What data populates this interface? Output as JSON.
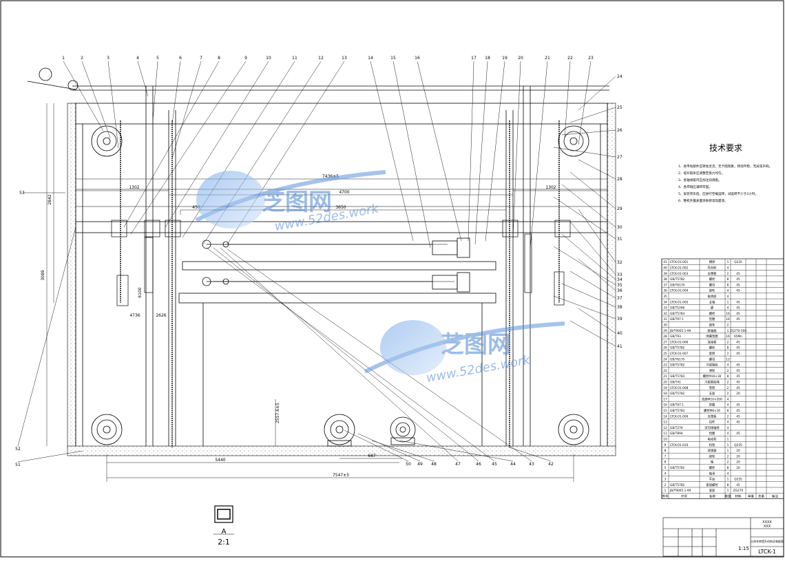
{
  "technical_requirements": {
    "title": "技术要求",
    "items": [
      "1、各传动部件应转动灵活，无卡阻现象，转动平稳，无异常声响。",
      "2、提升链条应调整至受力均匀。",
      "3、各轴承座内应加注润滑脂。",
      "4、各焊缝应满焊牢固。",
      "5、安装完毕后，应进行空载运转，试运转不少于2小时。",
      "6、整机外露表面涂防锈漆及面漆。"
    ]
  },
  "part_numbers_top": [
    "1",
    "2",
    "3",
    "4",
    "5",
    "6",
    "7",
    "8",
    "9",
    "10",
    "11",
    "12",
    "13",
    "14",
    "15",
    "16",
    "17",
    "18",
    "19",
    "20",
    "21",
    "22",
    "23"
  ],
  "part_numbers_right": [
    "24",
    "25",
    "26",
    "27",
    "28",
    "29",
    "30",
    "31",
    "32",
    "33",
    "34",
    "35",
    "36",
    "37",
    "38",
    "39",
    "40",
    "41"
  ],
  "part_numbers_bottom": [
    "52",
    "51",
    "50",
    "49",
    "48",
    "47",
    "46",
    "45",
    "44",
    "43",
    "42"
  ],
  "part_number_left": "53",
  "dimensions": {
    "top_overall": "7436±5",
    "left_span": "1302",
    "right_span": "1302",
    "mid_span": "4700",
    "inner_span": "3650",
    "small_span": "450",
    "left_height": "2842",
    "left_height2": "3089",
    "bottom_left": "5440",
    "bottom_mid": "667",
    "bottom_overall": "7547±5",
    "small_a": "4736",
    "small_b": "2626",
    "right_vertical": "2557.6±5",
    "left_vertical_small": "6100"
  },
  "section": {
    "label": "A",
    "scale": "2:1"
  },
  "watermark": {
    "brand": "芝图网",
    "url": "www.52des.work"
  },
  "bom_rows": [
    [
      "41",
      "LTCK-01-001",
      "横梁",
      "1",
      "Q235"
    ],
    [
      "40",
      "LTCK-01-002",
      "导向轮",
      "4",
      ""
    ],
    [
      "39",
      "LTCK-01-003",
      "支撑板",
      "2",
      "45"
    ],
    [
      "38",
      "GB/T5782",
      "螺栓",
      "8",
      "45"
    ],
    [
      "37",
      "GB/T6170",
      "螺母",
      "8",
      "45"
    ],
    [
      "36",
      "LTCK-01-004",
      "链轮",
      "4",
      "45"
    ],
    [
      "35",
      "",
      "轴承座",
      "4",
      ""
    ],
    [
      "34",
      "LTCK-01-005",
      "主轴",
      "1",
      "45"
    ],
    [
      "33",
      "GB/T1096",
      "键",
      "4",
      "45"
    ],
    [
      "32",
      "GB/T5783",
      "螺栓",
      "16",
      "45"
    ],
    [
      "31",
      "GB/T97.1",
      "垫圈",
      "16",
      "45"
    ],
    [
      "30",
      "",
      "链条",
      "2",
      ""
    ],
    [
      "29",
      "JB/T9005.1-99",
      "联轴器",
      "1",
      "ZG270-500"
    ],
    [
      "28",
      "GB/T93",
      "弹簧垫圈",
      "16",
      "65Mn"
    ],
    [
      "27",
      "LTCK-01-006",
      "连接板",
      "2",
      "45"
    ],
    [
      "26",
      "GB/T5782",
      "螺栓",
      "8",
      "45"
    ],
    [
      "25",
      "LTCK-01-007",
      "套筒",
      "2",
      "45"
    ],
    [
      "24",
      "GB/T6170",
      "螺母",
      "12",
      ""
    ],
    [
      "23",
      "GB/T5782",
      "冷拔钢丝",
      "4",
      "45"
    ],
    [
      "22",
      "",
      "滑轮",
      "2",
      "45"
    ],
    [
      "21",
      "GB/T5783",
      "螺栓M16×30",
      "8",
      "45"
    ],
    [
      "20",
      "GB/T41",
      "冷拔钢丝绳",
      "2",
      "45"
    ],
    [
      "19",
      "LTCK-01-008",
      "卷筒",
      "2",
      "45"
    ],
    [
      "18",
      "GB/T5782",
      "支座",
      "2",
      "20"
    ],
    [
      "17",
      "",
      "底座M10×200",
      "4",
      ""
    ],
    [
      "16",
      "GB/T97.1",
      "垫圈",
      "4",
      "45"
    ],
    [
      "15",
      "GB/T5783",
      "螺栓M8×16",
      "8",
      "45"
    ],
    [
      "14",
      "LTCK-01-009",
      "支撑板",
      "2",
      "45"
    ],
    [
      "13",
      "",
      "拉杆",
      "4",
      "45"
    ],
    [
      "12",
      "GB/T276",
      "深沟球轴承",
      "4",
      ""
    ],
    [
      "11",
      "GB/T894",
      "挡圈",
      "4",
      "45"
    ],
    [
      "10",
      "",
      "电动机",
      "1",
      ""
    ],
    [
      "9",
      "LTCK-01-010",
      "机架",
      "1",
      "Q235"
    ],
    [
      "8",
      "",
      "减速器",
      "1",
      "20"
    ],
    [
      "7",
      "",
      "链轮",
      "2",
      "20"
    ],
    [
      "6",
      "",
      "轴",
      "2",
      "20"
    ],
    [
      "5",
      "GB/T5782",
      "螺栓",
      "8",
      "20"
    ],
    [
      "4",
      "",
      "轴承",
      "4",
      ""
    ],
    [
      "3",
      "",
      "平台",
      "1",
      "Q235"
    ],
    [
      "2",
      "GB/T5782",
      "紧固螺栓",
      "8",
      "45"
    ],
    [
      "1",
      "JB/T9005.1-99",
      "底座",
      "1",
      "ZG270"
    ]
  ],
  "bom_header": [
    "序号",
    "代号",
    "名称",
    "数量",
    "材料",
    "单重",
    "总重",
    "备注"
  ],
  "title_block": {
    "company_a": "XXXX",
    "company_b": "XXX",
    "drawing_name": "立体车库提升机构总装配图",
    "scale": "1:15",
    "drawing_no": "LTCK-1"
  }
}
